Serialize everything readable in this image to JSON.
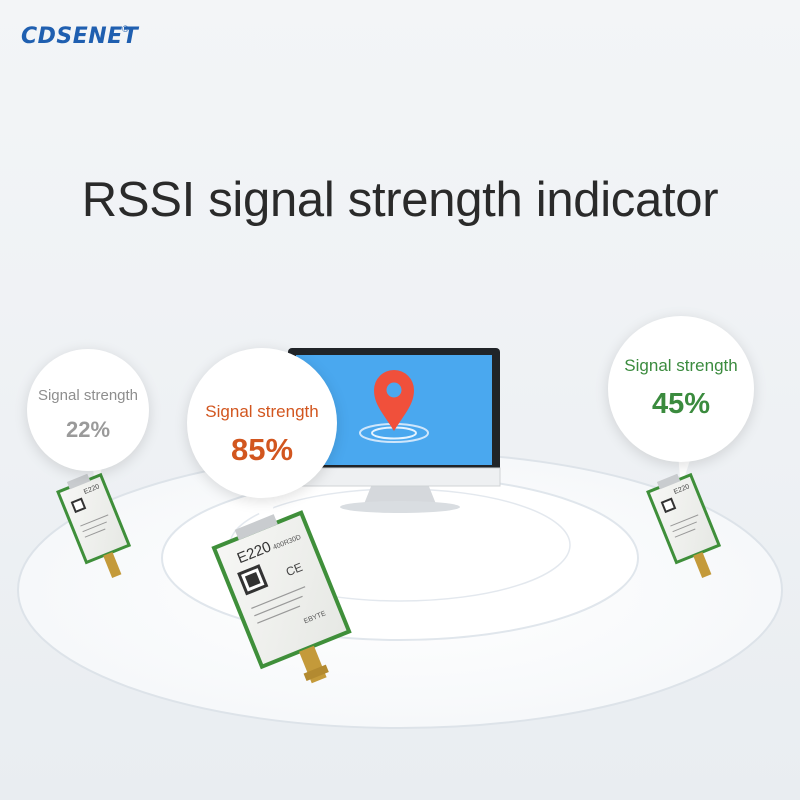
{
  "brand": {
    "logo": "CDSENET",
    "registered": "®"
  },
  "headline": "RSSI signal strength indicator",
  "indicators": [
    {
      "label": "Signal strength",
      "value": "22%",
      "color": "#9a9a9a"
    },
    {
      "label": "Signal strength",
      "value": "85%",
      "color": "#d2561f"
    },
    {
      "label": "Signal strength",
      "value": "45%",
      "color": "#3b8b3e"
    }
  ],
  "module": {
    "model": "E220",
    "variant": "400R30D",
    "maker": "EBYTE"
  },
  "colors": {
    "brand": "#1f5fb0",
    "pin": "#f0503b",
    "screen": "#4aa8ef",
    "pcb": "#3f8f3a"
  },
  "icons": [
    "location-pin-icon",
    "ce-mark-icon"
  ]
}
